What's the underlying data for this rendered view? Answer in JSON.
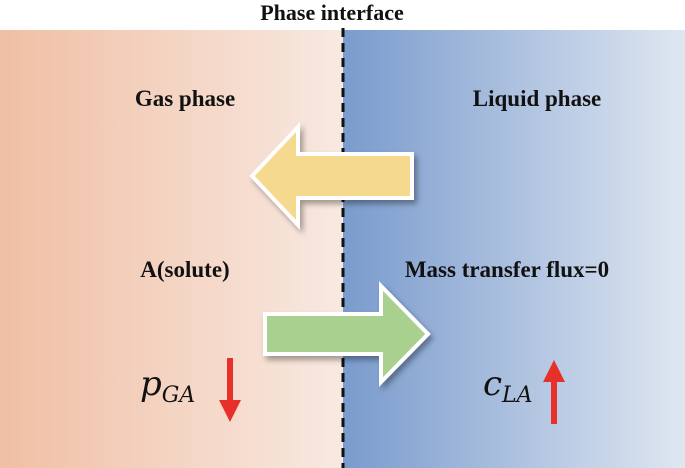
{
  "title": "Phase interface",
  "left_panel": {
    "label": "Gas phase",
    "solute_label": "A(solute)",
    "variable": {
      "symbol": "p",
      "subscript": "GA",
      "trend": "down"
    }
  },
  "right_panel": {
    "label": "Liquid phase",
    "flux_label": "Mass transfer flux=0",
    "variable": {
      "symbol": "c",
      "subscript": "LA",
      "trend": "up"
    }
  },
  "arrows": {
    "upper": {
      "direction": "left",
      "color": "#f5d98e"
    },
    "lower": {
      "direction": "right",
      "color": "#a9d08e"
    }
  },
  "colors": {
    "gas_bg": "#f2c6ae",
    "liquid_bg": "#7d9fd0",
    "trend_arrow": "#e8302a",
    "interface_line": "#111111"
  }
}
